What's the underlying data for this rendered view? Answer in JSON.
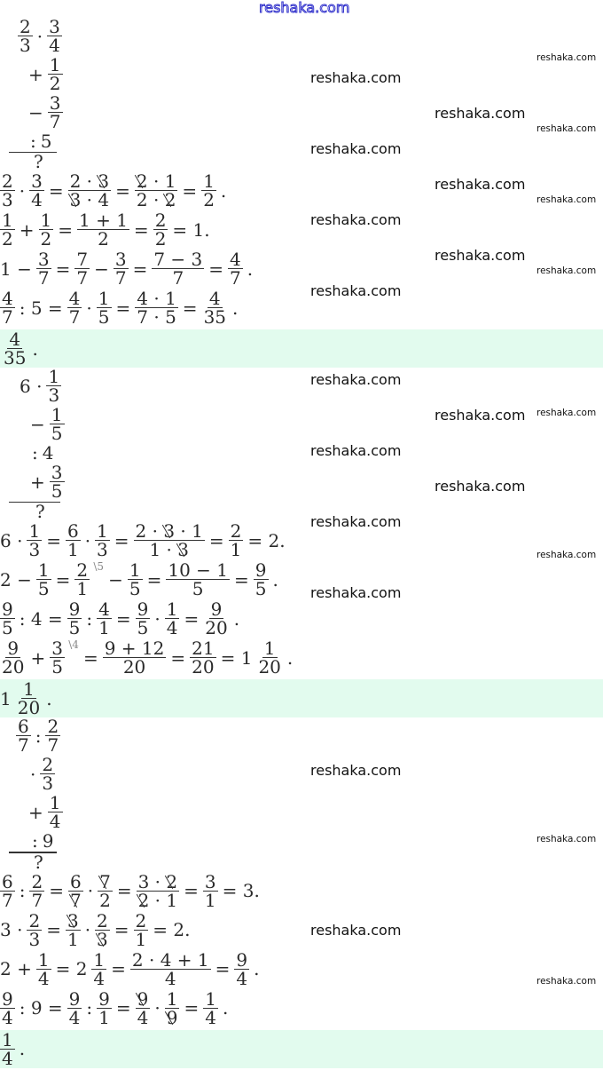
{
  "watermark": "reshaka.com",
  "colors": {
    "answer_band": "#e2fbee",
    "top_watermark": "#3333cc"
  },
  "blocks": [
    {
      "scheme": [
        [
          {
            "n": "2",
            "d": "3"
          },
          "·",
          {
            "n": "3",
            "d": "4"
          }
        ],
        [
          "+",
          {
            "n": "1",
            "d": "2"
          }
        ],
        [
          "−",
          {
            "n": "3",
            "d": "7"
          }
        ],
        [
          ":",
          "5"
        ]
      ],
      "question": "?",
      "steps": [
        [
          {
            "n": "2",
            "d": "3"
          },
          "·",
          {
            "n": "3",
            "d": "4"
          },
          "=",
          {
            "n": [
              "2 · ",
              {
                "x": "3"
              }
            ],
            "d": [
              {
                "x": "3"
              },
              " · 4"
            ]
          },
          "=",
          {
            "n": [
              {
                "x": "2"
              },
              " · 1"
            ],
            "d": [
              "2 · ",
              {
                "x": "2"
              }
            ]
          },
          "=",
          {
            "n": "1",
            "d": "2"
          },
          "."
        ],
        [
          {
            "n": "1",
            "d": "2"
          },
          "+",
          {
            "n": "1",
            "d": "2"
          },
          "=",
          {
            "n": "1 + 1",
            "d": "2"
          },
          "=",
          {
            "n": "2",
            "d": "2"
          },
          "= 1."
        ],
        [
          "1 −",
          {
            "n": "3",
            "d": "7"
          },
          "=",
          {
            "n": "7",
            "d": "7"
          },
          "−",
          {
            "n": "3",
            "d": "7"
          },
          "=",
          {
            "n": "7 − 3",
            "d": "7"
          },
          "=",
          {
            "n": "4",
            "d": "7"
          },
          "."
        ],
        [
          {
            "n": "4",
            "d": "7"
          },
          ": 5 =",
          {
            "n": "4",
            "d": "7"
          },
          "·",
          {
            "n": "1",
            "d": "5"
          },
          "=",
          {
            "n": "4 · 1",
            "d": "7 · 5"
          },
          "=",
          {
            "n": "4",
            "d": "35"
          },
          "."
        ]
      ],
      "answer": [
        {
          "n": "4",
          "d": "35"
        },
        "."
      ]
    },
    {
      "scheme": [
        [
          "6 ·",
          {
            "n": "1",
            "d": "3"
          }
        ],
        [
          "−",
          {
            "n": "1",
            "d": "5"
          }
        ],
        [
          ":",
          "4"
        ],
        [
          "+",
          {
            "n": "3",
            "d": "5"
          }
        ]
      ],
      "question": "?",
      "steps": [
        [
          "6 ·",
          {
            "n": "1",
            "d": "3"
          },
          "=",
          {
            "n": "6",
            "d": "1"
          },
          "·",
          {
            "n": "1",
            "d": "3"
          },
          "=",
          {
            "n": [
              "2 · ",
              {
                "x": "3"
              },
              " · 1"
            ],
            "d": [
              "1 · ",
              {
                "x": "3"
              }
            ]
          },
          "=",
          {
            "n": "2",
            "d": "1"
          },
          "= 2."
        ],
        [
          "2 −",
          {
            "n": "1",
            "d": "5"
          },
          "=",
          {
            "n": "2",
            "d": "1",
            "s": "\\5"
          },
          "−",
          {
            "n": "1",
            "d": "5"
          },
          "=",
          {
            "n": "10 − 1",
            "d": "5"
          },
          "=",
          {
            "n": "9",
            "d": "5"
          },
          "."
        ],
        [
          {
            "n": "9",
            "d": "5"
          },
          ": 4 =",
          {
            "n": "9",
            "d": "5"
          },
          ":",
          {
            "n": "4",
            "d": "1"
          },
          "=",
          {
            "n": "9",
            "d": "5"
          },
          "·",
          {
            "n": "1",
            "d": "4"
          },
          "=",
          {
            "n": "9",
            "d": "20"
          },
          "."
        ],
        [
          {
            "n": "9",
            "d": "20"
          },
          "+",
          {
            "n": "3",
            "d": "5",
            "s": "\\4"
          },
          "=",
          {
            "n": "9 + 12",
            "d": "20"
          },
          "=",
          {
            "n": "21",
            "d": "20"
          },
          "= 1",
          {
            "n": "1",
            "d": "20"
          },
          "."
        ]
      ],
      "answer": [
        "1",
        {
          "n": "1",
          "d": "20"
        },
        "."
      ]
    },
    {
      "scheme": [
        [
          {
            "n": "6",
            "d": "7"
          },
          ":",
          {
            "n": "2",
            "d": "7"
          }
        ],
        [
          "·",
          {
            "n": "2",
            "d": "3"
          }
        ],
        [
          "+",
          {
            "n": "1",
            "d": "4"
          }
        ],
        [
          ":",
          "9"
        ]
      ],
      "question": "?",
      "steps": [
        [
          {
            "n": "6",
            "d": "7"
          },
          ":",
          {
            "n": "2",
            "d": "7"
          },
          "=",
          {
            "n": "6",
            "d": [
              {
                "x": "7"
              }
            ]
          },
          "·",
          {
            "n": [
              {
                "x": "7"
              }
            ],
            "d": "2"
          },
          "=",
          {
            "n": [
              "3 · ",
              {
                "x": "2"
              }
            ],
            "d": [
              {
                "x": "2"
              },
              " · 1"
            ]
          },
          "=",
          {
            "n": "3",
            "d": "1"
          },
          "= 3."
        ],
        [
          "3 ·",
          {
            "n": "2",
            "d": "3"
          },
          "=",
          {
            "n": [
              {
                "x": "3"
              }
            ],
            "d": "1"
          },
          "·",
          {
            "n": "2",
            "d": [
              {
                "x": "3"
              }
            ]
          },
          "=",
          {
            "n": "2",
            "d": "1"
          },
          "= 2."
        ],
        [
          "2 +",
          {
            "n": "1",
            "d": "4"
          },
          "= 2",
          {
            "n": "1",
            "d": "4"
          },
          "=",
          {
            "n": "2 · 4 + 1",
            "d": "4"
          },
          "=",
          {
            "n": "9",
            "d": "4"
          },
          "."
        ],
        [
          {
            "n": "9",
            "d": "4"
          },
          ": 9 =",
          {
            "n": "9",
            "d": "4"
          },
          ":",
          {
            "n": "9",
            "d": "1"
          },
          "=",
          {
            "n": [
              {
                "x": "9"
              }
            ],
            "d": "4"
          },
          "·",
          {
            "n": "1",
            "d": [
              {
                "x": "9"
              }
            ]
          },
          "=",
          {
            "n": "1",
            "d": "4"
          },
          "."
        ]
      ],
      "answer": [
        {
          "n": "1",
          "d": "4"
        },
        "."
      ]
    }
  ]
}
